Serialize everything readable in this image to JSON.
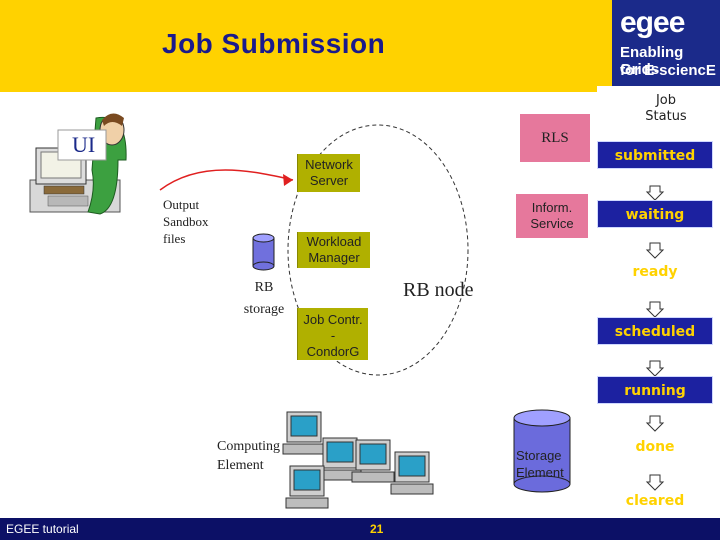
{
  "header": {
    "title": "Job Submission"
  },
  "logo": {
    "mark": "egee",
    "line1": "Enabling Grids",
    "line2": "for E-sciencE"
  },
  "diagram": {
    "ui_label": "UI",
    "rls": "RLS",
    "network_server": "Network Server",
    "inform_service": "Inform. Service",
    "output_sandbox": [
      "Output",
      "Sandbox",
      "files"
    ],
    "workload_manager": "Workload Manager",
    "rb_storage": [
      "RB",
      "storage"
    ],
    "rb_node": "RB node",
    "job_contr": [
      "Job Contr.",
      "-",
      "CondorG"
    ],
    "computing_element": [
      "Computing",
      "Element"
    ],
    "storage_element": [
      "Storage",
      "Element"
    ]
  },
  "job_status": {
    "title": [
      "Job",
      "Status"
    ],
    "states": [
      "submitted",
      "waiting",
      "ready",
      "scheduled",
      "running",
      "done",
      "cleared"
    ]
  },
  "footer": {
    "label": "EGEE tutorial",
    "page": "21"
  },
  "colors": {
    "header": "#ffd200",
    "logo": "#1b2a8a",
    "status_box": "#1c21a0",
    "status_text": "#ffd200",
    "olive_box": "#b0b000",
    "pink_box": "#e6789c",
    "footer": "#0c1066"
  }
}
